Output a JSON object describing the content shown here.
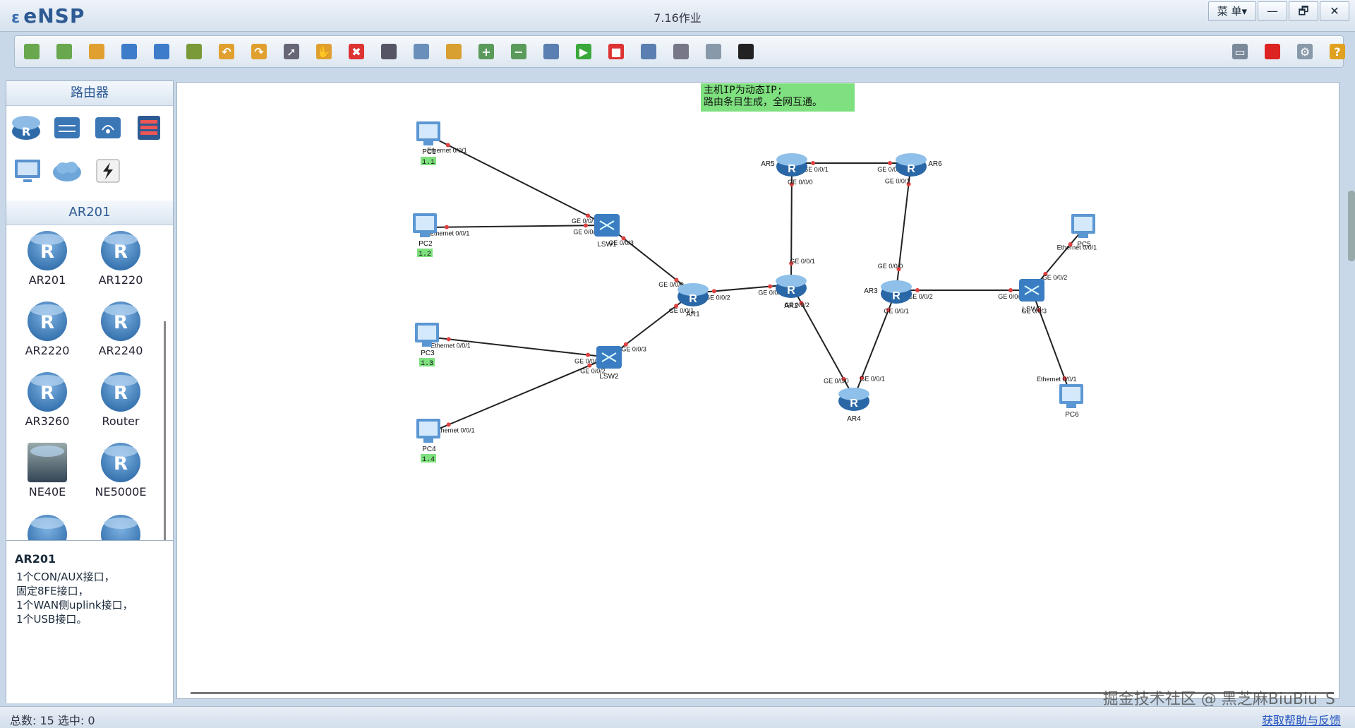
{
  "app": {
    "name": "eNSP",
    "window_title": "7.16作业",
    "menu_label": "菜 单▾"
  },
  "window_controls": {
    "minimize": "—",
    "restore": "🗗",
    "close": "✕"
  },
  "toolbar": [
    {
      "name": "new-topology-icon",
      "color": "#6aa84f"
    },
    {
      "name": "new-lab-icon",
      "color": "#6aa84f"
    },
    {
      "name": "open-icon",
      "color": "#e0a030"
    },
    {
      "name": "save-icon",
      "color": "#3d7cc9"
    },
    {
      "name": "save-as-icon",
      "color": "#3d7cc9"
    },
    {
      "name": "print-icon",
      "color": "#7a9a3a"
    },
    {
      "name": "undo-icon",
      "color": "#e0a030"
    },
    {
      "name": "redo-icon",
      "color": "#e0a030"
    },
    {
      "name": "select-icon",
      "color": "#667"
    },
    {
      "name": "hand-icon",
      "color": "#e0a030"
    },
    {
      "name": "delete-icon",
      "color": "#d33"
    },
    {
      "name": "delete-link-icon",
      "color": "#556"
    },
    {
      "name": "text-icon",
      "color": "#6a8fba"
    },
    {
      "name": "palette-icon",
      "color": "#d8a030"
    },
    {
      "name": "zoom-in-icon",
      "color": "#5a9a5a"
    },
    {
      "name": "zoom-out-icon",
      "color": "#5a9a5a"
    },
    {
      "name": "fit-icon",
      "color": "#5a7fb0"
    },
    {
      "name": "start-icon",
      "color": "#3aa83a"
    },
    {
      "name": "stop-icon",
      "color": "#d33"
    },
    {
      "name": "capture-icon",
      "color": "#5a7fb0"
    },
    {
      "name": "topology-icon",
      "color": "#778"
    },
    {
      "name": "grid-icon",
      "color": "#8899aa"
    },
    {
      "name": "terminal-icon",
      "color": "#222"
    }
  ],
  "toolbar_right": [
    {
      "name": "chat-icon",
      "color": "#7a8a9a"
    },
    {
      "name": "huawei-icon",
      "color": "#d22"
    },
    {
      "name": "settings-icon",
      "color": "#8899aa"
    },
    {
      "name": "help-icon",
      "color": "#e0a020"
    }
  ],
  "left_panel": {
    "category_title": "路由器",
    "model_title": "AR201",
    "models": [
      "AR201",
      "AR1220",
      "AR2220",
      "AR2240",
      "AR3260",
      "Router",
      "NE40E",
      "NE5000E"
    ],
    "description": {
      "title": "AR201",
      "lines": [
        "1个CON/AUX接口，",
        "固定8FE接口，",
        "1个WAN侧uplink接口，",
        "1个USB接口。"
      ]
    }
  },
  "canvas": {
    "note": [
      "主机IP为动态IP;",
      "路由条目生成，全网互通。"
    ],
    "devices": [
      {
        "id": "PC1",
        "type": "pc",
        "ip": "1.1"
      },
      {
        "id": "PC2",
        "type": "pc",
        "ip": "1.2"
      },
      {
        "id": "PC3",
        "type": "pc",
        "ip": "1.3"
      },
      {
        "id": "PC4",
        "type": "pc",
        "ip": "1.4"
      },
      {
        "id": "PC5",
        "type": "pc",
        "ip": ""
      },
      {
        "id": "PC6",
        "type": "pc",
        "ip": ""
      },
      {
        "id": "LSW1",
        "type": "switch"
      },
      {
        "id": "LSW2",
        "type": "switch"
      },
      {
        "id": "LSW3",
        "type": "switch"
      },
      {
        "id": "AR1",
        "type": "router"
      },
      {
        "id": "AR2",
        "type": "router"
      },
      {
        "id": "AR3",
        "type": "router"
      },
      {
        "id": "AR4",
        "type": "router"
      },
      {
        "id": "AR5",
        "type": "router"
      },
      {
        "id": "AR6",
        "type": "router"
      }
    ],
    "links": [
      {
        "a": "PC1",
        "b": "LSW1",
        "la": "Ethernet 0/0/1",
        "lb": "GE 0/0/1"
      },
      {
        "a": "PC2",
        "b": "LSW1",
        "la": "Ethernet 0/0/1",
        "lb": "GE 0/0/2"
      },
      {
        "a": "LSW1",
        "b": "AR1",
        "la": "GE 0/0/3",
        "lb": "GE 0/0/0"
      },
      {
        "a": "PC3",
        "b": "LSW2",
        "la": "Ethernet 0/0/1",
        "lb": "GE 0/0/1"
      },
      {
        "a": "PC4",
        "b": "LSW2",
        "la": "Ethernet 0/0/1",
        "lb": "GE 0/0/2"
      },
      {
        "a": "LSW2",
        "b": "AR1",
        "la": "GE 0/0/3",
        "lb": "GE 0/0/1"
      },
      {
        "a": "AR1",
        "b": "AR2",
        "la": "GE 0/0/2",
        "lb": "GE 0/0/0"
      },
      {
        "a": "AR2",
        "b": "AR5",
        "la": "GE 0/0/1",
        "lb": "GE 0/0/0"
      },
      {
        "a": "AR5",
        "b": "AR6",
        "la": "GE 0/0/1",
        "lb": "GE 0/0/0"
      },
      {
        "a": "AR6",
        "b": "AR3",
        "la": "GE 0/0/1",
        "lb": "GE 0/0/0"
      },
      {
        "a": "AR2",
        "b": "AR4",
        "la": "GE 0/0/2",
        "lb": "GE 0/0/0"
      },
      {
        "a": "AR4",
        "b": "AR3",
        "la": "GE 0/0/1",
        "lb": "GE 0/0/1"
      },
      {
        "a": "AR3",
        "b": "LSW3",
        "la": "GE 0/0/2",
        "lb": "GE 0/0/1"
      },
      {
        "a": "LSW3",
        "b": "PC5",
        "la": "GE 0/0/2",
        "lb": "Ethernet 0/0/1"
      },
      {
        "a": "LSW3",
        "b": "PC6",
        "la": "GE 0/0/3",
        "lb": "Ethernet 0/0/1"
      }
    ]
  },
  "status": {
    "left": "总数: 15  选中: 0",
    "right": "获取帮助与反馈"
  },
  "watermark": "掘金技术社区 @ 黑芝麻BiuBiu_S"
}
